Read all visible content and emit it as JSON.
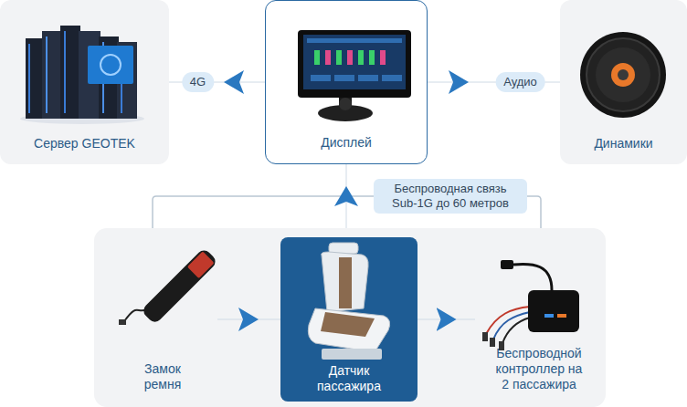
{
  "diagram": {
    "nodes": [
      {
        "text": [
          "Сервер GEOTEK"
        ]
      },
      {
        "text": [
          "Дисплей"
        ]
      },
      {
        "text": [
          "Динамики"
        ]
      },
      {
        "text": []
      },
      {
        "text": [
          "Замок ремня"
        ],
        "in": 3
      },
      {
        "text": [
          "Датчик пассажира"
        ],
        "in": 3
      },
      {
        "text": [
          "Беспроводной контроллер на 2 пассажира"
        ],
        "in": 3
      }
    ],
    "edges": [
      {
        "from": 1,
        "to": 0,
        "arrow": "to",
        "label": "4G"
      },
      {
        "from": 1,
        "to": 2,
        "arrow": "to",
        "label": "Аудио"
      },
      {
        "from": 3,
        "to": 1,
        "arrow": "to",
        "label": "Беспроводная связь Sub-1G до 60 метров"
      },
      {
        "from": 4,
        "to": 5,
        "arrow": "to"
      },
      {
        "from": 5,
        "to": 6,
        "arrow": "to"
      }
    ]
  }
}
